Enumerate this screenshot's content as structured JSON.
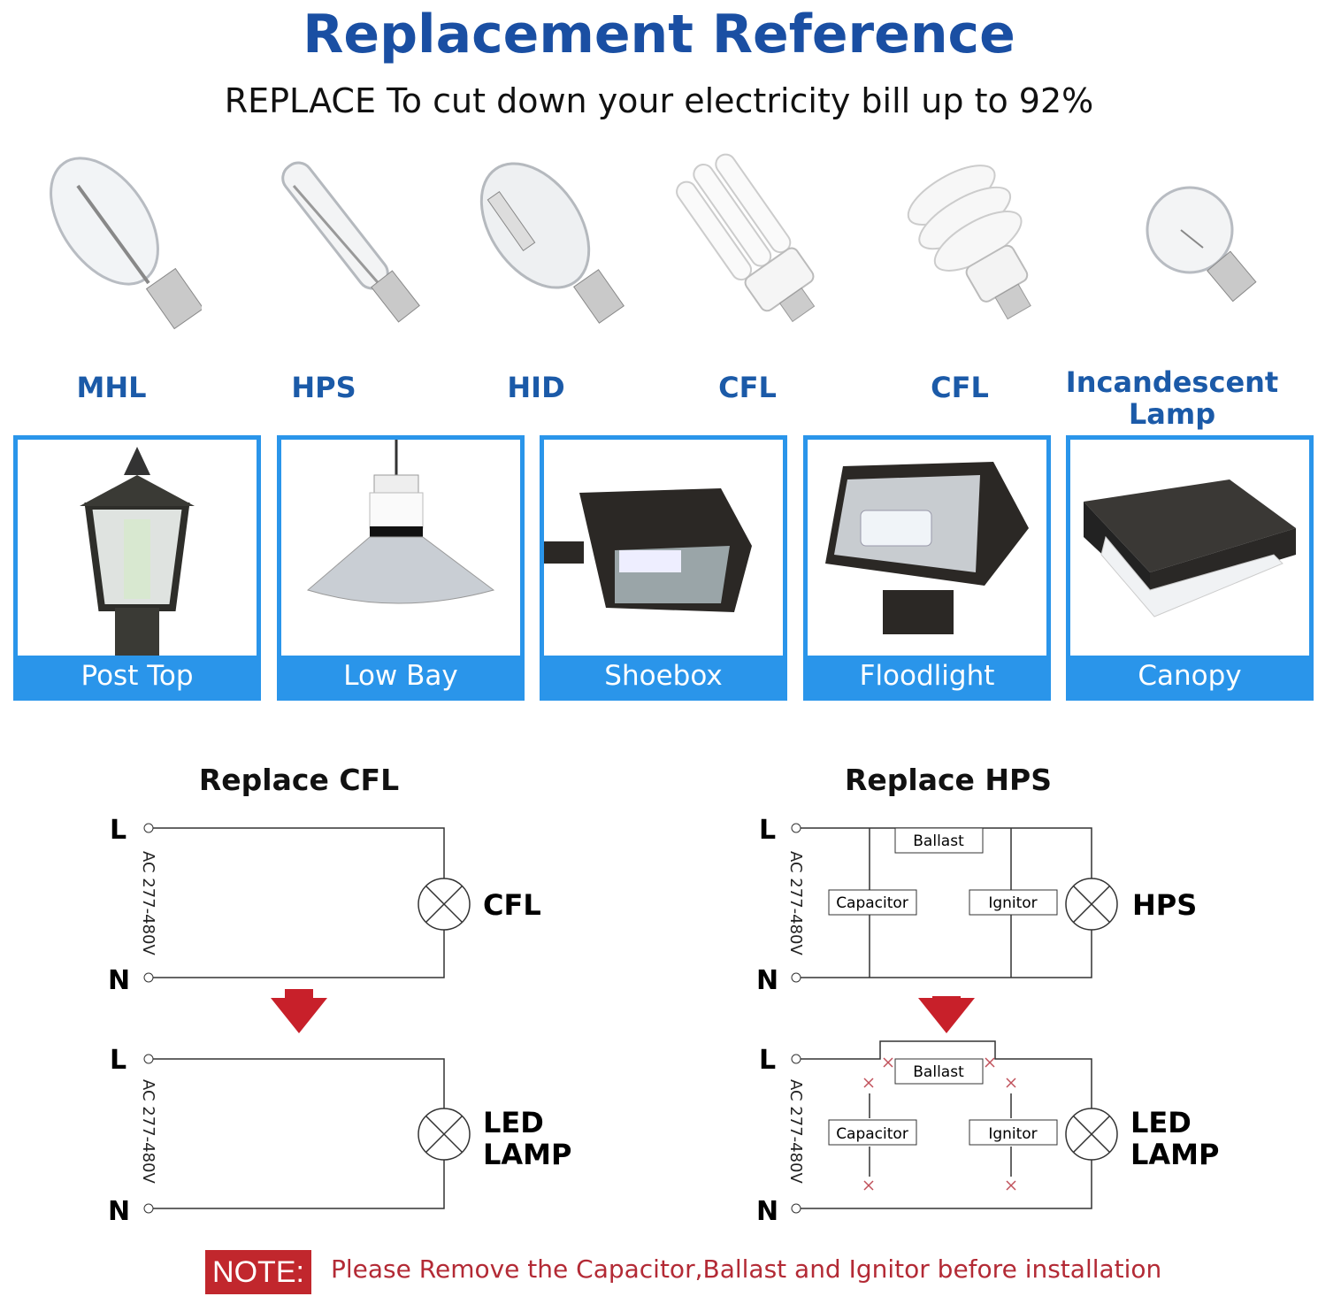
{
  "title": "Replacement Reference",
  "subtitle": "REPLACE To cut down your electricity bill up to 92%",
  "bulbs": [
    {
      "label": "MHL"
    },
    {
      "label": "HPS"
    },
    {
      "label": "HID"
    },
    {
      "label": "CFL"
    },
    {
      "label": "CFL"
    },
    {
      "label": "Incandescent Lamp"
    }
  ],
  "fixtures": [
    {
      "label": "Post Top"
    },
    {
      "label": "Low Bay"
    },
    {
      "label": "Shoebox"
    },
    {
      "label": "Floodlight"
    },
    {
      "label": "Canopy"
    }
  ],
  "circuits": {
    "left": {
      "title": "Replace CFL",
      "line_label": "L",
      "neutral_label": "N",
      "voltage": "AC 277-480V",
      "before_lamp": "CFL",
      "after_lamp_1": "LED",
      "after_lamp_2": "LAMP"
    },
    "right": {
      "title": "Replace HPS",
      "line_label": "L",
      "neutral_label": "N",
      "voltage": "AC 277-480V",
      "ballast": "Ballast",
      "capacitor": "Capacitor",
      "ignitor": "Ignitor",
      "before_lamp": "HPS",
      "after_lamp_1": "LED",
      "after_lamp_2": "LAMP"
    }
  },
  "note": {
    "badge": "NOTE:",
    "text": "Please Remove the Capacitor,Ballast and Ignitor before installation"
  },
  "colors": {
    "title": "#1a4fa3",
    "accent": "#2a95ea",
    "note": "#c1272d",
    "arrow": "#c8202a"
  }
}
